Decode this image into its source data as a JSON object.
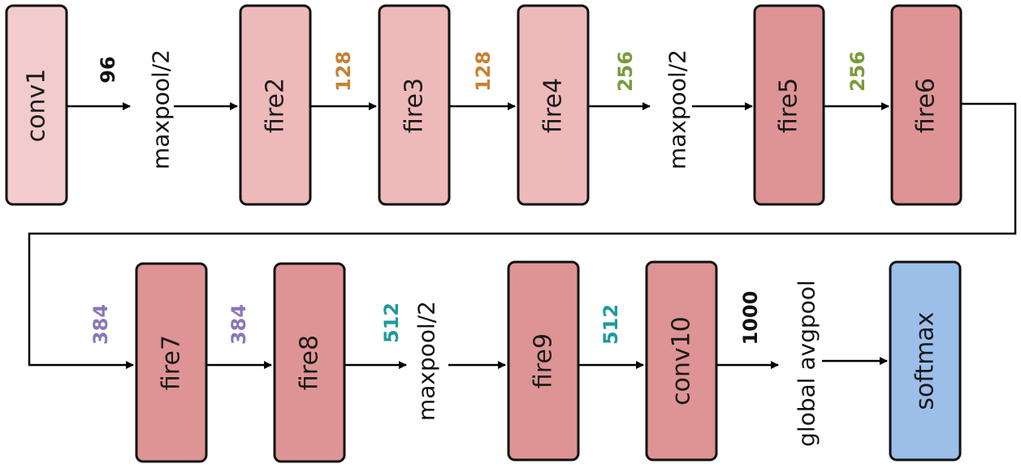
{
  "colors": {
    "light": "#F2CCCC",
    "medium": "#EEB9B9",
    "dark": "#DE9494",
    "blue": "#9CBFEA",
    "ch_96": "#111111",
    "ch_128": "#C88032",
    "ch_256": "#7A9A3C",
    "ch_384": "#8A77B8",
    "ch_512": "#1E9A9C",
    "ch_1000": "#111111"
  },
  "nodes": [
    {
      "id": "conv1",
      "label": "conv1",
      "fill": "light"
    },
    {
      "id": "fire2",
      "label": "fire2",
      "fill": "medium"
    },
    {
      "id": "fire3",
      "label": "fire3",
      "fill": "medium"
    },
    {
      "id": "fire4",
      "label": "fire4",
      "fill": "medium"
    },
    {
      "id": "fire5",
      "label": "fire5",
      "fill": "dark"
    },
    {
      "id": "fire6",
      "label": "fire6",
      "fill": "dark"
    },
    {
      "id": "fire7",
      "label": "fire7",
      "fill": "dark"
    },
    {
      "id": "fire8",
      "label": "fire8",
      "fill": "dark"
    },
    {
      "id": "fire9",
      "label": "fire9",
      "fill": "dark"
    },
    {
      "id": "conv10",
      "label": "conv10",
      "fill": "dark"
    },
    {
      "id": "softmax",
      "label": "softmax",
      "fill": "blue"
    }
  ],
  "operations": [
    {
      "id": "pool1",
      "label": "maxpool/2"
    },
    {
      "id": "pool2",
      "label": "maxpool/2"
    },
    {
      "id": "pool3",
      "label": "maxpool/2"
    },
    {
      "id": "gap",
      "label": "global avgpool"
    }
  ],
  "channels": [
    {
      "id": "c1",
      "label": "96",
      "color": "ch_96"
    },
    {
      "id": "c2",
      "label": "128",
      "color": "ch_128"
    },
    {
      "id": "c3",
      "label": "128",
      "color": "ch_128"
    },
    {
      "id": "c4",
      "label": "256",
      "color": "ch_256"
    },
    {
      "id": "c5",
      "label": "256",
      "color": "ch_256"
    },
    {
      "id": "c6",
      "label": "384",
      "color": "ch_384"
    },
    {
      "id": "c7",
      "label": "384",
      "color": "ch_384"
    },
    {
      "id": "c8",
      "label": "512",
      "color": "ch_512"
    },
    {
      "id": "c9",
      "label": "512",
      "color": "ch_512"
    },
    {
      "id": "c10",
      "label": "1000",
      "color": "ch_1000"
    }
  ]
}
